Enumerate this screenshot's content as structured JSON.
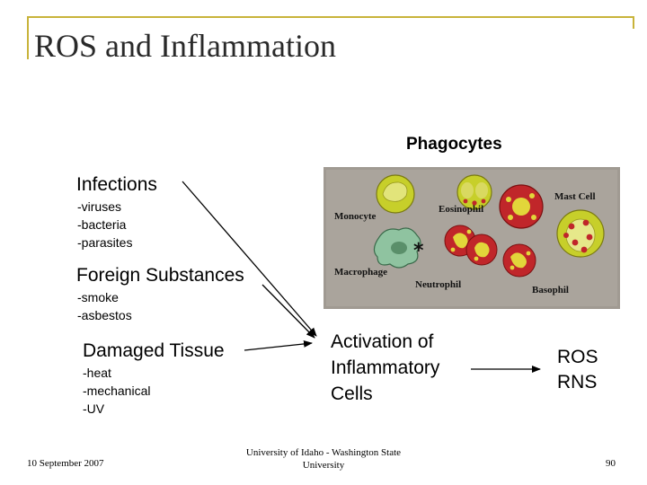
{
  "slide": {
    "title": "ROS and Inflammation",
    "phagocytes_title": "Phagocytes",
    "sources": [
      {
        "heading": "Infections",
        "items": [
          "-viruses",
          "-bacteria",
          "-parasites"
        ]
      },
      {
        "heading": "Foreign Substances",
        "items": [
          "-smoke",
          "-asbestos"
        ]
      },
      {
        "heading": "Damaged Tissue",
        "items": [
          "-heat",
          "-mechanical",
          "-UV"
        ]
      }
    ],
    "activation_lines": [
      "Activation of",
      "Inflammatory",
      "Cells"
    ],
    "products": [
      "ROS",
      "RNS"
    ],
    "cell_types": [
      "Monocyte",
      "Eosinophil",
      "Mast Cell",
      "Macrophage",
      "Neutrophil",
      "Basophil"
    ]
  },
  "footer": {
    "date": "10 September 2007",
    "institution_line1": "University of Idaho - Washington State",
    "institution_line2": "University",
    "page_number": "90"
  },
  "colors": {
    "title_frame": "#c8b33a",
    "panel_background": "#a09a92",
    "cell_green": "#c7cf2a",
    "granule_red": "#c0262a"
  }
}
